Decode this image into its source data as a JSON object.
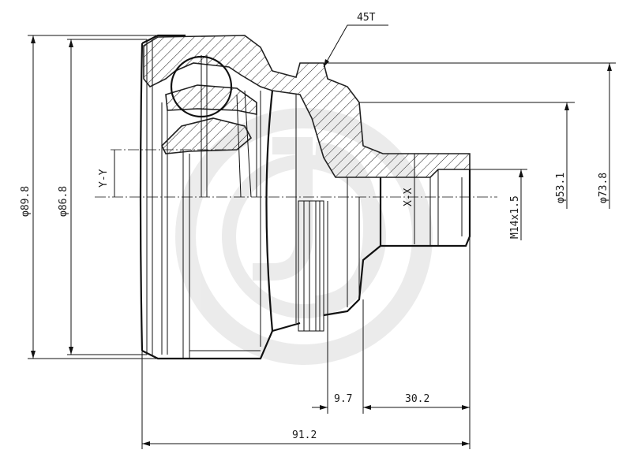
{
  "dimensions": {
    "outer_diameter": "φ89.8",
    "inner_diameter": "φ86.8",
    "shaft_diameter_1": "φ53.1",
    "shaft_diameter_2": "φ73.8",
    "thread": "M14x1.5",
    "abs_teeth": "45T",
    "length_total": "91.2",
    "length_a": "9.7",
    "length_b": "30.2"
  },
  "axes": {
    "horizontal": "X-X",
    "vertical": "Y-Y"
  },
  "watermark": {
    "text": "JD",
    "color": "#d9d9d9"
  },
  "colors": {
    "line": "#111111",
    "background": "#ffffff"
  }
}
